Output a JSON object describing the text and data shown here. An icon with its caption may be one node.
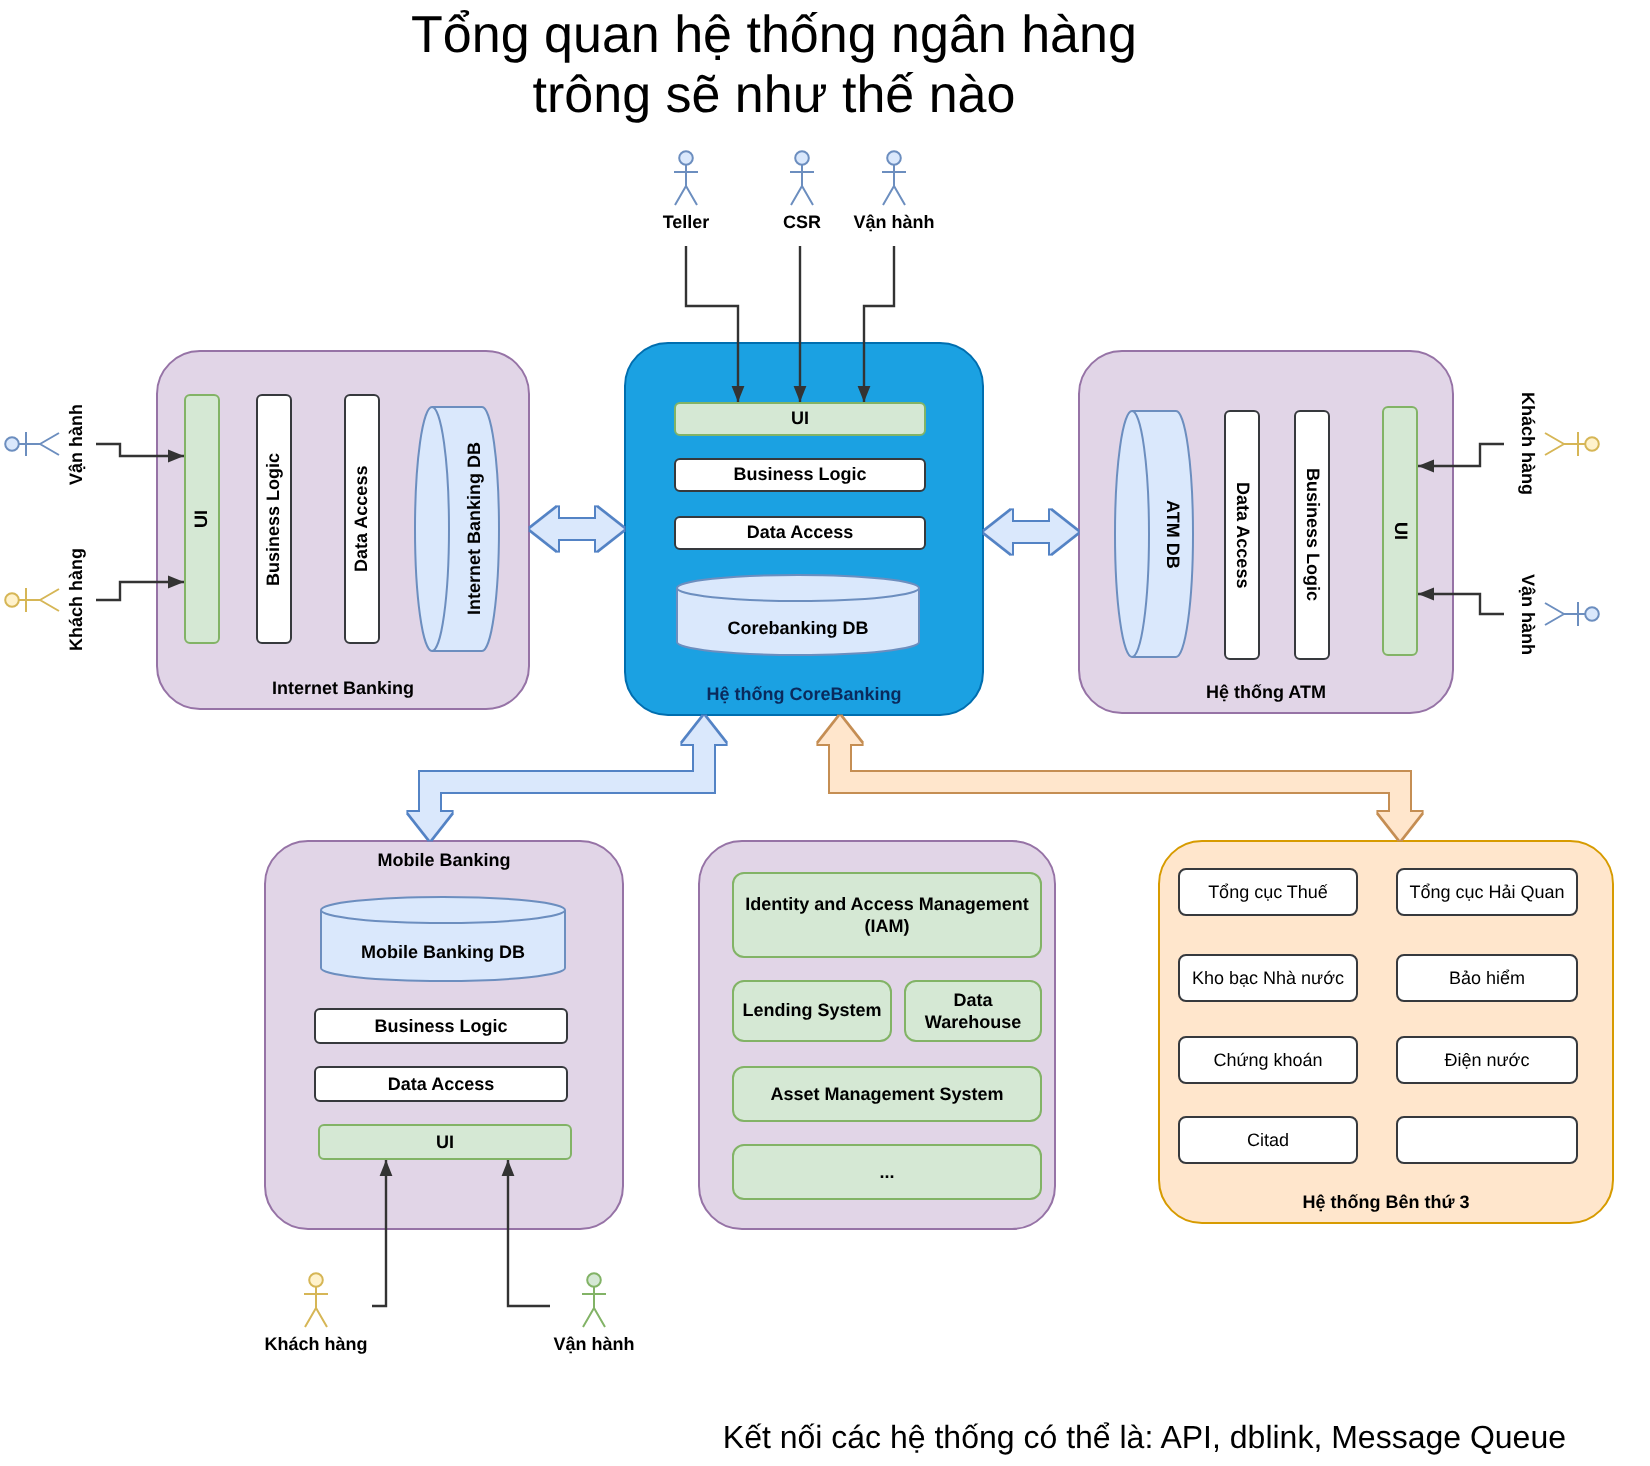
{
  "diagram": {
    "title": "Tổng quan hệ thống ngân hàng trông sẽ như thế nào",
    "caption": "Kết nối các hệ thống có thể là: API, dblink, Message Queue",
    "nodes": [
      {
        "text": [
          "Teller"
        ]
      },
      {
        "text": [
          "CSR"
        ]
      },
      {
        "text": [
          "Vận hành"
        ]
      },
      {
        "text": [
          "Vận hành"
        ]
      },
      {
        "text": [
          "Khách hàng"
        ]
      },
      {
        "text": [
          "Internet Banking"
        ]
      },
      {
        "text": [
          "UI"
        ],
        "in": 5
      },
      {
        "text": [
          "Business Logic"
        ],
        "in": 5
      },
      {
        "text": [
          "Data Access"
        ],
        "in": 5
      },
      {
        "text": [
          "Internet Banking DB"
        ],
        "in": 5
      },
      {
        "text": [
          "Hệ thống CoreBanking"
        ]
      },
      {
        "text": [
          "UI"
        ],
        "in": 10
      },
      {
        "text": [
          "Business Logic"
        ],
        "in": 10
      },
      {
        "text": [
          "Data Access"
        ],
        "in": 10
      },
      {
        "text": [
          "Corebanking DB"
        ],
        "in": 10
      },
      {
        "text": [
          "Hệ thống ATM"
        ]
      },
      {
        "text": [
          "ATM DB"
        ],
        "in": 15
      },
      {
        "text": [
          "Data Access"
        ],
        "in": 15
      },
      {
        "text": [
          "Business Logic"
        ],
        "in": 15
      },
      {
        "text": [
          "UI"
        ],
        "in": 15
      },
      {
        "text": [
          "Khách hàng"
        ]
      },
      {
        "text": [
          "Vận hành"
        ]
      },
      {
        "text": [
          "Mobile Banking"
        ]
      },
      {
        "text": [
          "Mobile Banking DB"
        ],
        "in": 22
      },
      {
        "text": [
          "Business Logic"
        ],
        "in": 22
      },
      {
        "text": [
          "Data Access"
        ],
        "in": 22
      },
      {
        "text": [
          "UI"
        ],
        "in": 22
      },
      {
        "text": [],
        "shape": "box"
      },
      {
        "text": [
          "Identity and Access Management (IAM)"
        ],
        "in": 27
      },
      {
        "text": [
          "Lending System"
        ],
        "in": 27
      },
      {
        "text": [
          "Data Warehouse"
        ],
        "in": 27
      },
      {
        "text": [
          "Asset Management System"
        ],
        "in": 27
      },
      {
        "text": [
          "..."
        ],
        "in": 27
      },
      {
        "text": [
          "Hệ thống Bên thứ 3"
        ]
      },
      {
        "text": [
          "Tổng cục Thuế"
        ],
        "in": 33
      },
      {
        "text": [
          "Tổng cục Hải Quan"
        ],
        "in": 33
      },
      {
        "text": [
          "Kho bạc Nhà nước"
        ],
        "in": 33
      },
      {
        "text": [
          "Bảo hiểm"
        ],
        "in": 33
      },
      {
        "text": [
          "Chứng khoán"
        ],
        "in": 33
      },
      {
        "text": [
          "Điện nước"
        ],
        "in": 33
      },
      {
        "text": [
          "Citad"
        ],
        "in": 33
      },
      {
        "text": [],
        "shape": "box",
        "in": 33
      },
      {
        "text": [
          "Khách hàng"
        ]
      },
      {
        "text": [
          "Vận hành"
        ]
      }
    ],
    "edges": [
      {
        "from": 0,
        "to": 11,
        "arrow": "to"
      },
      {
        "from": 1,
        "to": 11,
        "arrow": "to"
      },
      {
        "from": 2,
        "to": 11,
        "arrow": "to"
      },
      {
        "from": 3,
        "to": 6,
        "arrow": "to"
      },
      {
        "from": 4,
        "to": 6,
        "arrow": "to"
      },
      {
        "from": 20,
        "to": 19,
        "arrow": "to"
      },
      {
        "from": 21,
        "to": 19,
        "arrow": "to"
      },
      {
        "from": 42,
        "to": 26,
        "arrow": "to"
      },
      {
        "from": 43,
        "to": 26,
        "arrow": "to"
      },
      {
        "from": 5,
        "to": 10,
        "arrow": "both",
        "style": "thick",
        "color": "#dae8fc"
      },
      {
        "from": 10,
        "to": 15,
        "arrow": "both",
        "style": "thick",
        "color": "#dae8fc"
      },
      {
        "from": 10,
        "to": 22,
        "arrow": "both",
        "style": "thick",
        "color": "#dae8fc"
      },
      {
        "from": 10,
        "to": 33,
        "arrow": "both",
        "style": "thick",
        "color": "#ffe6cc"
      }
    ]
  }
}
